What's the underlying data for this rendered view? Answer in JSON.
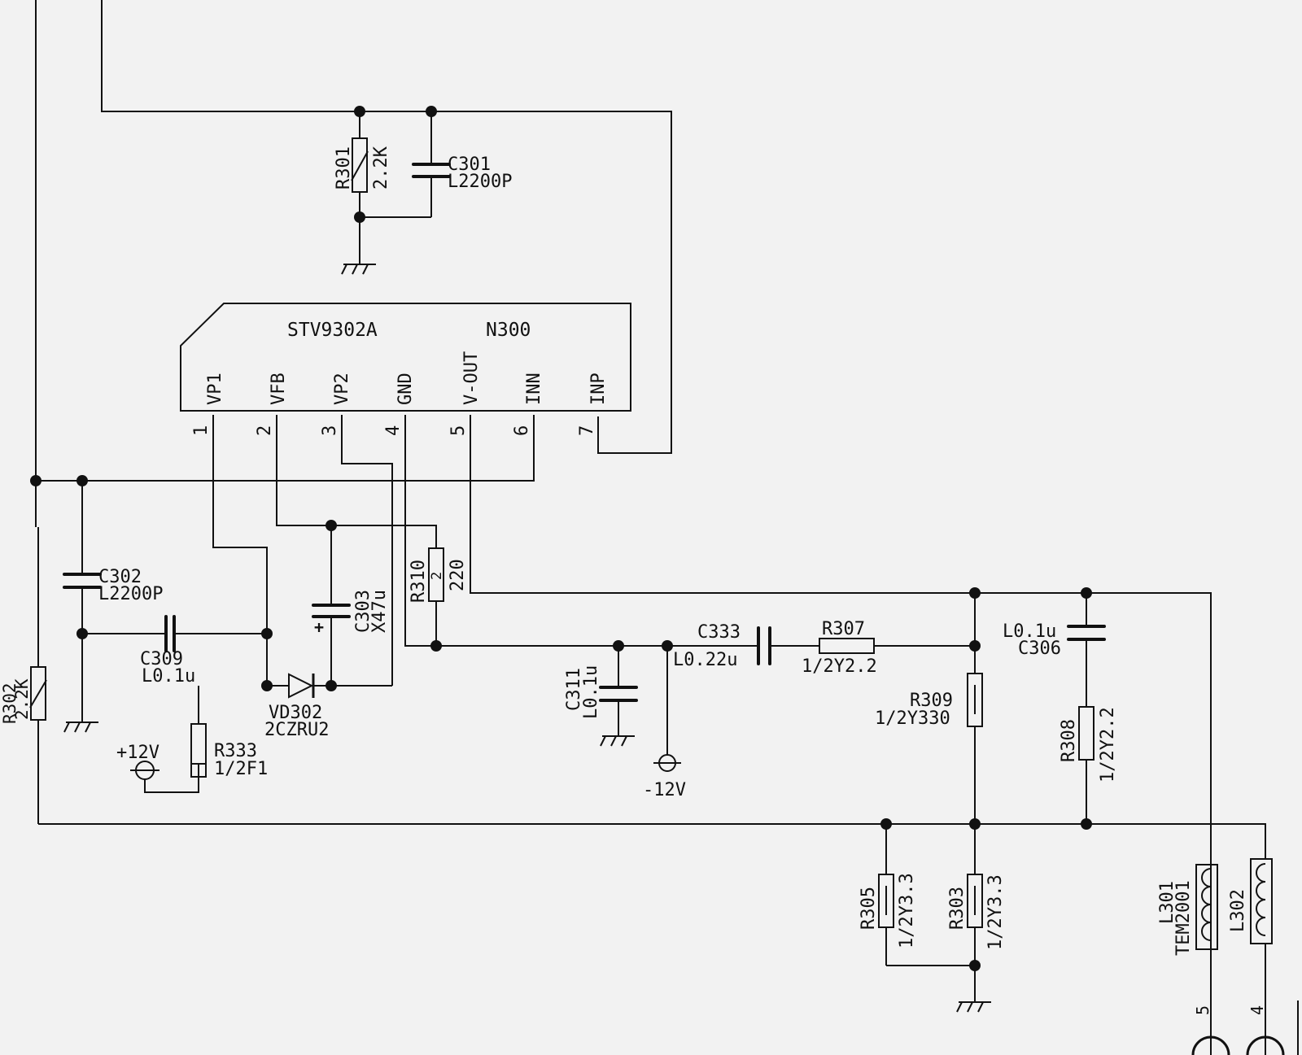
{
  "ic": {
    "part": "STV9302A",
    "ref": "N300",
    "pins": [
      {
        "num": "1",
        "name": "VP1"
      },
      {
        "num": "2",
        "name": "VFB"
      },
      {
        "num": "3",
        "name": "VP2"
      },
      {
        "num": "4",
        "name": "GND"
      },
      {
        "num": "5",
        "name": "V-OUT"
      },
      {
        "num": "6",
        "name": "INN"
      },
      {
        "num": "7",
        "name": "INP"
      }
    ]
  },
  "components": {
    "r301": {
      "ref": "R301",
      "value": "2.2K"
    },
    "c301": {
      "ref": "C301",
      "value": "L2200P"
    },
    "r302": {
      "ref": "R302",
      "value": "2.2K"
    },
    "c302": {
      "ref": "C302",
      "value": "L2200P"
    },
    "c309": {
      "ref": "C309",
      "value": "L0.1u"
    },
    "c303": {
      "ref": "C303",
      "value": "X47u"
    },
    "r310": {
      "ref": "R310",
      "value": "220",
      "mark": "2"
    },
    "vd302": {
      "ref": "VD302",
      "value": "2CZRU2"
    },
    "r333": {
      "ref": "R333",
      "value": "1/2F1"
    },
    "c311": {
      "ref": "C311",
      "value": "L0.1u"
    },
    "c333": {
      "ref": "C333",
      "value": "L0.22u"
    },
    "r307": {
      "ref": "R307",
      "value": "1/2Y2.2"
    },
    "r309": {
      "ref": "R309",
      "value": "1/2Y330"
    },
    "c306": {
      "ref": "C306",
      "value": "L0.1u"
    },
    "r308": {
      "ref": "R308",
      "value": "1/2Y2.2"
    },
    "r305": {
      "ref": "R305",
      "value": "1/2Y3.3"
    },
    "r303": {
      "ref": "R303",
      "value": "1/2Y3.3"
    },
    "l301": {
      "ref": "L301",
      "value": "TEM2001"
    },
    "l302": {
      "ref": "L302"
    }
  },
  "power": {
    "pos12": "+12V",
    "neg12": "-12V"
  },
  "connector_pins": {
    "p5": "5",
    "p4": "4"
  }
}
